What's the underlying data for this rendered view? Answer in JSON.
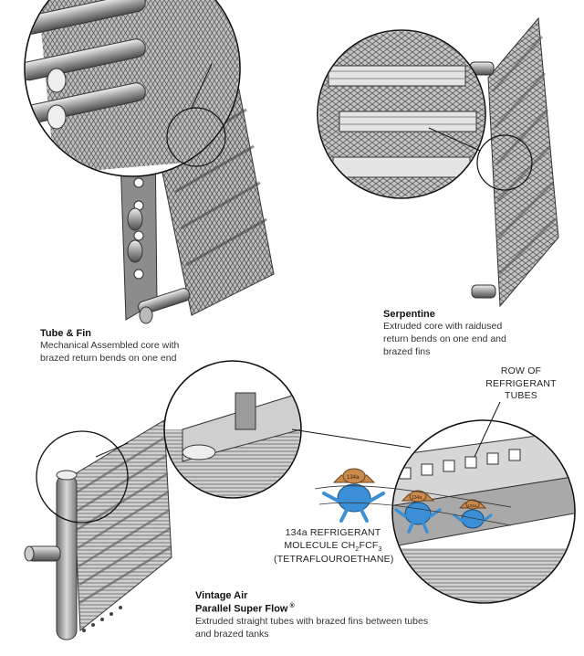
{
  "colors": {
    "metal_dark": "#555555",
    "metal_mid": "#8a8a8a",
    "metal_light": "#cfcfcf",
    "outline": "#333333",
    "molecule_blue": "#3a8fd6",
    "molecule_hat": "#c98a4b"
  },
  "tube_fin": {
    "title": "Tube & Fin",
    "desc_line1": "Mechanical Assembled core with",
    "desc_line2": "brazed return bends on one end"
  },
  "serpentine": {
    "title": "Serpentine",
    "desc_line1": "Extruded core with raidused",
    "desc_line2": "return bends on one end and",
    "desc_line3": "brazed fins"
  },
  "row_callout": {
    "line1": "ROW OF",
    "line2": "REFRIGERANT",
    "line3": "TUBES"
  },
  "molecule_callout": {
    "line1": "134a REFRIGERANT",
    "line2_pre": "MOLECULE CH",
    "line2_sub1": "2",
    "line2_mid": "FCF",
    "line2_sub2": "3",
    "line3": "(TETRAFLOUROETHANE)",
    "hat_labels": [
      "134a",
      "134a",
      "134a"
    ]
  },
  "parallel": {
    "title_line1": "Vintage Air",
    "title_line2": "Parallel Super Flow",
    "reg_mark": "®",
    "desc_line1": "Extruded straight tubes with brazed fins between tubes",
    "desc_line2": "and brazed tanks"
  }
}
